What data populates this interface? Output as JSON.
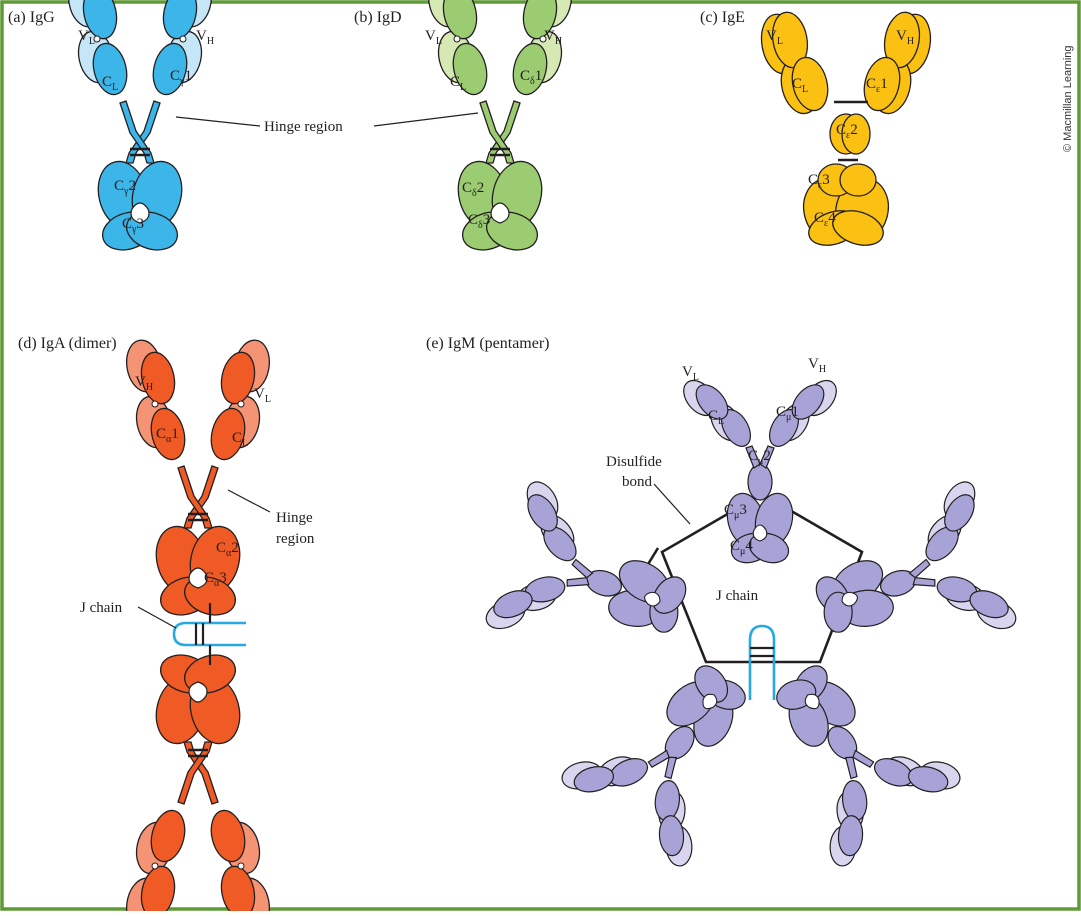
{
  "colors": {
    "border": "#5e9a35",
    "igg_heavy": "#3cb5e8",
    "igg_light": "#c4e6f7",
    "igd_heavy": "#9ccc72",
    "igd_light": "#d6e9b5",
    "ige_heavy": "#fbc112",
    "ige_light": "#fbc112",
    "iga_heavy": "#f05a24",
    "iga_light": "#f59474",
    "igm_heavy": "#a8a3d6",
    "igm_light": "#d9d5ee",
    "j_chain": "#27a9e1"
  },
  "credit": "© Macmillan Learning",
  "panels": {
    "igg": {
      "title": "(a) IgG",
      "vl": "V",
      "vl_sub": "L",
      "vh": "V",
      "vh_sub": "H",
      "cl": "C",
      "cl_sub": "L",
      "ch1": "C",
      "ch1_sub": "γ",
      "ch1_num": "1",
      "ch2": "C",
      "ch2_sub": "γ",
      "ch2_num": "2",
      "ch3": "C",
      "ch3_sub": "γ",
      "ch3_num": "3"
    },
    "hinge_label": "Hinge region",
    "igd": {
      "title": "(b) IgD",
      "vl": "V",
      "vl_sub": "L",
      "vh": "V",
      "vh_sub": "H",
      "cl": "C",
      "cl_sub": "L",
      "ch1": "C",
      "ch1_sub": "δ",
      "ch1_num": "1",
      "ch2": "C",
      "ch2_sub": "δ",
      "ch2_num": "2",
      "ch3": "C",
      "ch3_sub": "δ",
      "ch3_num": "3"
    },
    "ige": {
      "title": "(c) IgE",
      "vl": "V",
      "vl_sub": "L",
      "vh": "V",
      "vh_sub": "H",
      "cl": "C",
      "cl_sub": "L",
      "ch1": "C",
      "ch1_sub": "ε",
      "ch1_num": "1",
      "ch2": "C",
      "ch2_sub": "ε",
      "ch2_num": "2",
      "ch3": "C",
      "ch3_sub": "ε",
      "ch3_num": "3",
      "ch4": "C",
      "ch4_sub": "ε",
      "ch4_num": "4"
    },
    "iga": {
      "title": "(d) IgA (dimer)",
      "vh": "V",
      "vh_sub": "H",
      "vl": "V",
      "vl_sub": "L",
      "ch1": "C",
      "ch1_sub": "α",
      "ch1_num": "1",
      "cl": "C",
      "cl_sub": "L",
      "ch2": "C",
      "ch2_sub": "α",
      "ch2_num": "2",
      "ch3": "C",
      "ch3_sub": "α",
      "ch3_num": "3",
      "hinge_1": "Hinge",
      "hinge_2": "region",
      "j_chain": "J chain"
    },
    "igm": {
      "title": "(e) IgM (pentamer)",
      "vl": "V",
      "vl_sub": "L",
      "vh": "V",
      "vh_sub": "H",
      "cl": "C",
      "cl_sub": "L",
      "ch1": "C",
      "ch1_sub": "μ",
      "ch1_num": "1",
      "ch2": "C",
      "ch2_sub": "μ",
      "ch2_num": "2",
      "ch3": "C",
      "ch3_sub": "μ",
      "ch3_num": "3",
      "ch4": "C",
      "ch4_sub": "μ",
      "ch4_num": "4",
      "disulfide_1": "Disulfide",
      "disulfide_2": "bond",
      "j_chain": "J chain"
    }
  }
}
